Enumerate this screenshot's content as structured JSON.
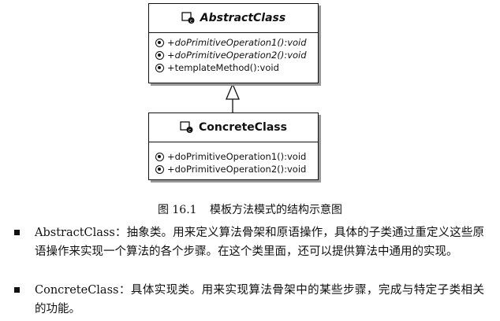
{
  "diagram": {
    "abstract_class": {
      "name": "AbstractClass",
      "operations": [
        {
          "label": "+doPrimitiveOperation1():void",
          "italic": true
        },
        {
          "label": "+doPrimitiveOperation2():void",
          "italic": true
        },
        {
          "label": "+templateMethod():void",
          "italic": false
        }
      ]
    },
    "concrete_class": {
      "name": "ConcreteClass",
      "operations": [
        {
          "label": "+doPrimitiveOperation1():void",
          "italic": false
        },
        {
          "label": "+doPrimitiveOperation2():void",
          "italic": false
        }
      ]
    }
  },
  "caption": {
    "number": "图 16.1",
    "title": "模板方法模式的结构示意图"
  },
  "bullets": [
    {
      "text": "AbstractClass：抽象类。用来定义算法骨架和原语操作，具体的子类通过重定义这些原语操作来实现一个算法的各个步骤。在这个类里面，还可以提供算法中通用的实现。"
    },
    {
      "text": "ConcreteClass：具体实现类。用来实现算法骨架中的某些步骤，完成与特定子类相关的功能。"
    }
  ]
}
